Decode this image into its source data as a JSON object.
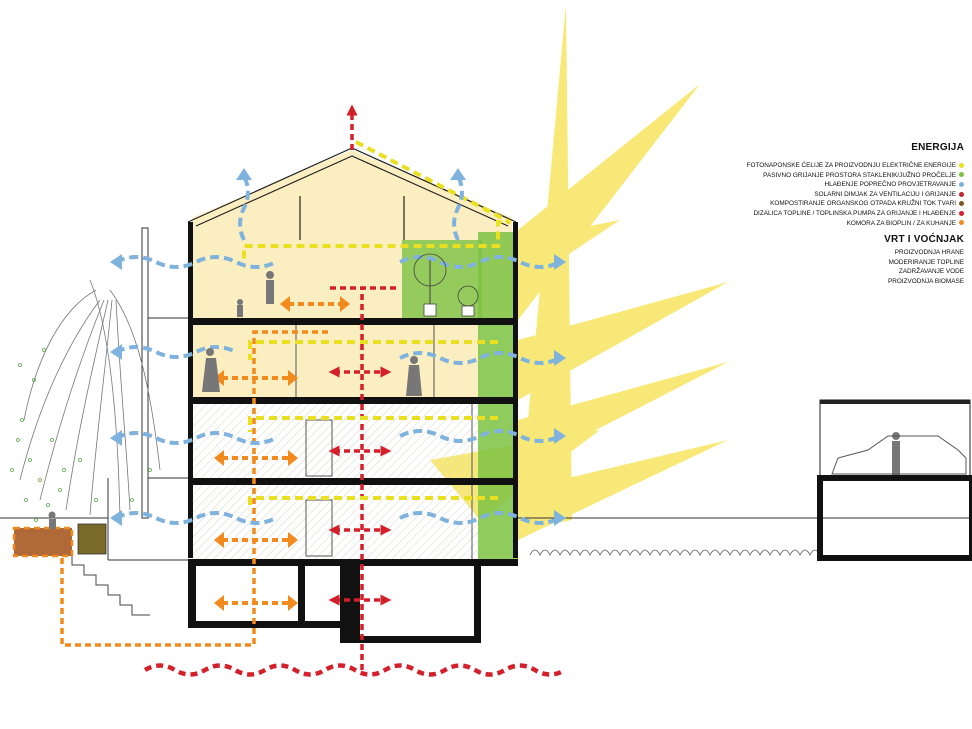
{
  "legend": {
    "energy_title": "ENERGIJA",
    "energy_items": [
      {
        "label": "FOTONAPONSKE ĆELIJE ZA PROIZVODNJU ELEKTRIČNE ENERGIJE",
        "color": "#e8e020"
      },
      {
        "label": "PASIVNO GRIJANJE PROSTORA STAKLENIK/JUŽNO PROČELJE",
        "color": "#7cc242"
      },
      {
        "label": "HLAĐENJE POPREČNO PROVJETRAVANJE",
        "color": "#7fb2dd"
      },
      {
        "label": "SOLARNI DIMJAK ZA VENTILACIJU I GRIJANJE",
        "color": "#c0272d"
      },
      {
        "label": "KOMPOSTIRANJE ORGANSKOG OTPADA KRUŽNI TOK TVARI",
        "color": "#7a5a1e"
      },
      {
        "label": "DIZALICA TOPLINE / TOPLINSKA PUMPA ZA GRIJANJE I HLAĐENJE",
        "color": "#d4202a"
      },
      {
        "label": "KOMORA ZA BIOPLIN / ZA KUHANJE",
        "color": "#f28a1e"
      }
    ],
    "garden_title": "VRT I VOĆNJAK",
    "garden_items": [
      "PROIZVODNJA HRANE",
      "MODERIRANJE TOPLINE",
      "ZADRŽAVANJE VODE",
      "PROIZVODNJA BIOMASE"
    ]
  },
  "colors": {
    "sun": "#f6e14a",
    "cross_ventilation": "#7fb2dd",
    "solar_chimney": "#d4202a",
    "heat_pump": "#d4202a",
    "pv": "#e8e020",
    "greenhouse": "#7cc242",
    "biogas": "#f28a1e",
    "compost": "#7a6a2a",
    "warm_room": "#fbeec0",
    "structure": "#111111"
  }
}
